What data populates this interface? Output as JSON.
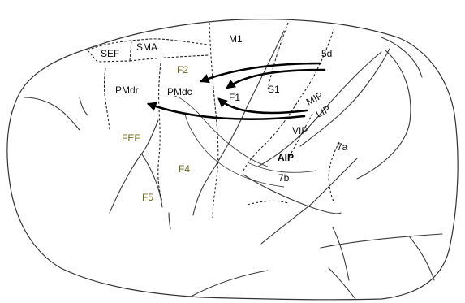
{
  "diagram": {
    "areas": {
      "sef": "SEF",
      "sma": "SMA",
      "m1": "M1",
      "f2": "F2",
      "f5d": "5d",
      "pmdr": "PMdr",
      "pmdc": "PMdc",
      "f1": "F1",
      "s1": "S1",
      "mip": "MIP",
      "lip": "LIP",
      "fef": "FEF",
      "vip": "VIP",
      "f7a": "7a",
      "aip": "AIP",
      "f4": "F4",
      "f7b": "7b",
      "f5": "F5"
    },
    "colors": {
      "label": "#111111",
      "olive_label": "#6b6b1f",
      "arrow": "#000000",
      "outline": "#333333"
    }
  }
}
